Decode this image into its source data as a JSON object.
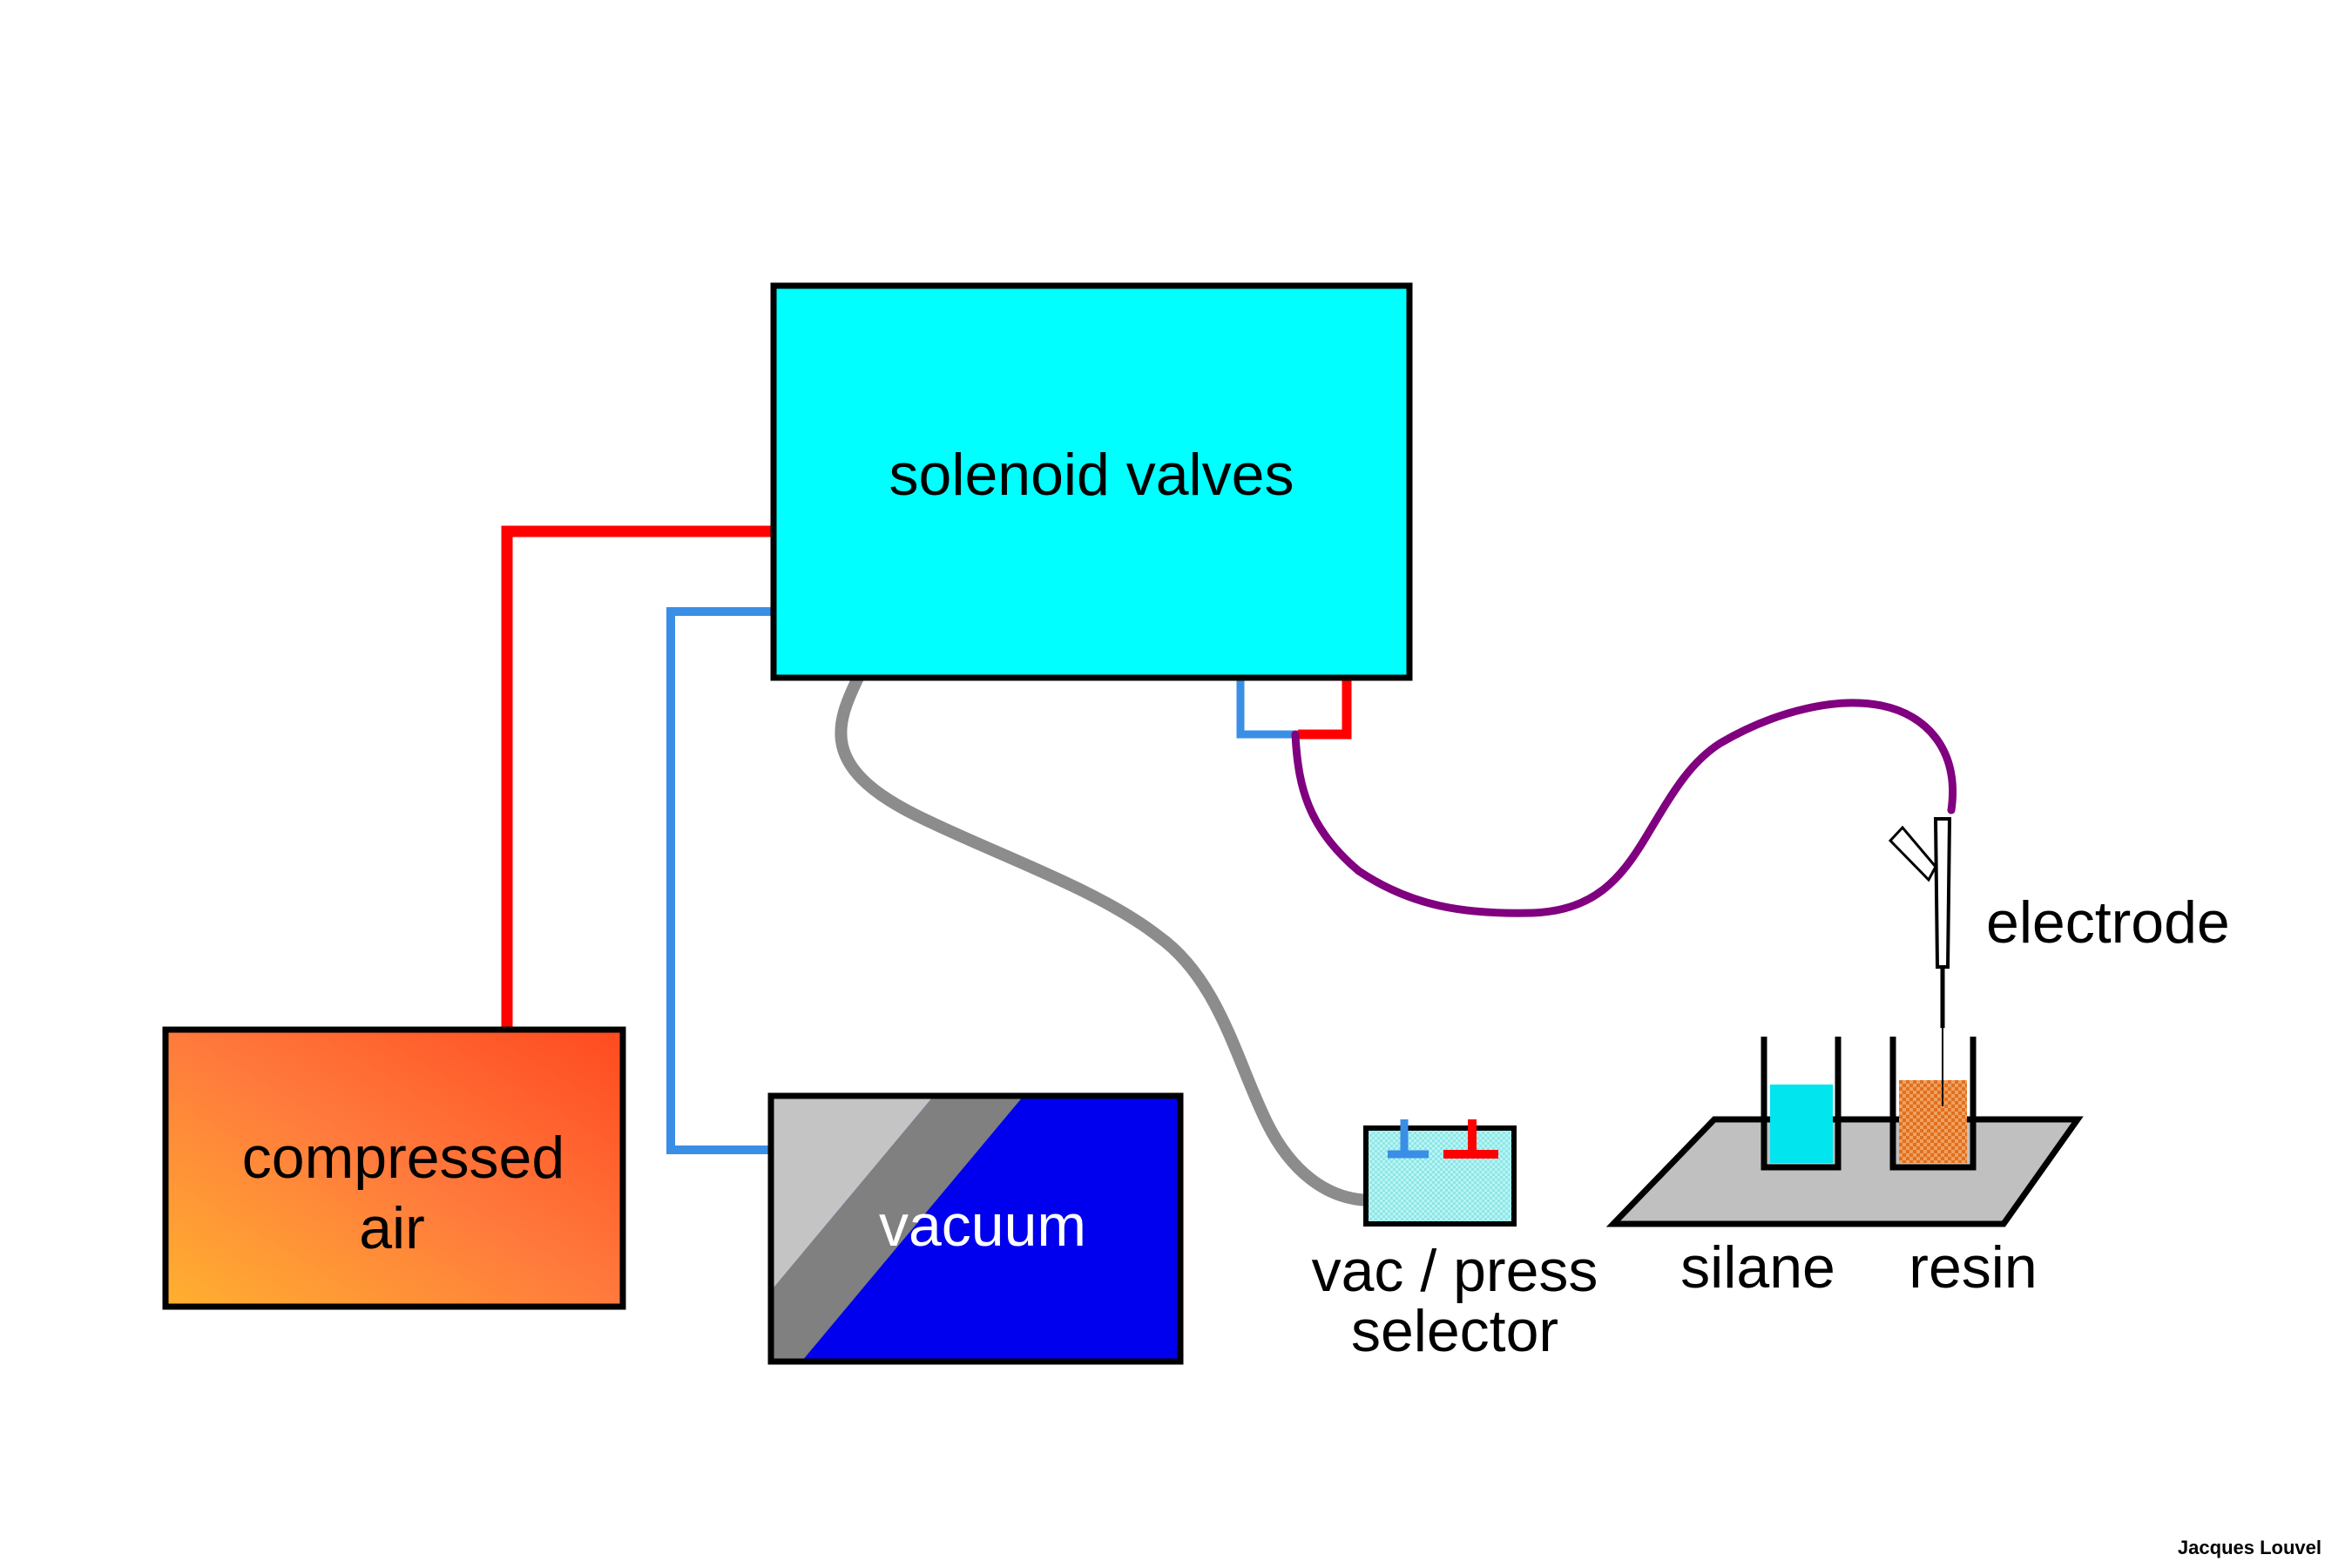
{
  "components": {
    "solenoid_valves": {
      "label": "solenoid valves"
    },
    "compressed_air": {
      "line1": "compressed",
      "line2": "air"
    },
    "vacuum": {
      "label": "vacuum"
    },
    "selector": {
      "line1": "vac / press",
      "line2": "selector"
    },
    "electrode": {
      "label": "electrode"
    },
    "silane": {
      "label": "silane"
    },
    "resin": {
      "label": "resin"
    }
  },
  "credit": "Jacques Louvel",
  "colors": {
    "pressure_line": "#ff0000",
    "vacuum_line": "#3a8ee6",
    "gray_tube": "#8c8c8c",
    "electrode_cable": "#800080",
    "solenoid_box": "#00ffff",
    "vacuum_box": "#0000ee",
    "silane_liquid": "#00e5ee",
    "resin_fill": "#e0701e",
    "tray": "#c0c0c0"
  }
}
